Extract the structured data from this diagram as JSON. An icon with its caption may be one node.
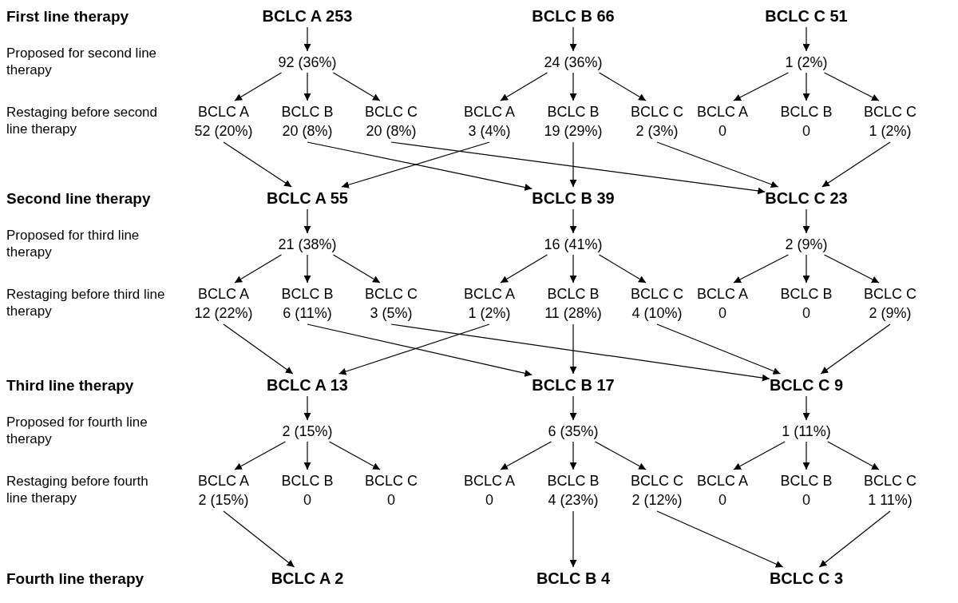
{
  "diagram": {
    "nodes": [
      {
        "text": [
          "BCLC A 253"
        ]
      },
      {
        "text": [
          "BCLC B 66"
        ]
      },
      {
        "text": [
          "BCLC C 51"
        ]
      },
      {
        "text": [
          "92 (36%)"
        ]
      },
      {
        "text": [
          "24 (36%)"
        ]
      },
      {
        "text": [
          "1 (2%)"
        ]
      },
      {
        "text": [
          "BCLC A",
          "52 (20%)"
        ]
      },
      {
        "text": [
          "BCLC B",
          "20 (8%)"
        ]
      },
      {
        "text": [
          "BCLC C",
          "20 (8%)"
        ]
      },
      {
        "text": [
          "BCLC A",
          "3 (4%)"
        ]
      },
      {
        "text": [
          "BCLC B",
          "19 (29%)"
        ]
      },
      {
        "text": [
          "BCLC C",
          "2 (3%)"
        ]
      },
      {
        "text": [
          "BCLC A",
          "0"
        ]
      },
      {
        "text": [
          "BCLC B",
          "0"
        ]
      },
      {
        "text": [
          "BCLC C",
          "1 (2%)"
        ]
      },
      {
        "text": [
          "BCLC A 55"
        ]
      },
      {
        "text": [
          "BCLC B 39"
        ]
      },
      {
        "text": [
          "BCLC C 23"
        ]
      },
      {
        "text": [
          "21 (38%)"
        ]
      },
      {
        "text": [
          "16 (41%)"
        ]
      },
      {
        "text": [
          "2 (9%)"
        ]
      },
      {
        "text": [
          "BCLC A",
          "12 (22%)"
        ]
      },
      {
        "text": [
          "BCLC B",
          "6 (11%)"
        ]
      },
      {
        "text": [
          "BCLC C",
          "3 (5%)"
        ]
      },
      {
        "text": [
          "BCLC A",
          "1 (2%)"
        ]
      },
      {
        "text": [
          "BCLC B",
          "11 (28%)"
        ]
      },
      {
        "text": [
          "BCLC C",
          "4 (10%)"
        ]
      },
      {
        "text": [
          "BCLC A",
          "0"
        ]
      },
      {
        "text": [
          "BCLC B",
          "0"
        ]
      },
      {
        "text": [
          "BCLC C",
          "2 (9%)"
        ]
      },
      {
        "text": [
          "BCLC A 13"
        ]
      },
      {
        "text": [
          "BCLC B 17"
        ]
      },
      {
        "text": [
          "BCLC C 9"
        ]
      },
      {
        "text": [
          "2 (15%)"
        ]
      },
      {
        "text": [
          "6 (35%)"
        ]
      },
      {
        "text": [
          "1 (11%)"
        ]
      },
      {
        "text": [
          "BCLC A",
          "2 (15%)"
        ]
      },
      {
        "text": [
          "BCLC B",
          "0"
        ]
      },
      {
        "text": [
          "BCLC C",
          "0"
        ]
      },
      {
        "text": [
          "BCLC A",
          "0"
        ]
      },
      {
        "text": [
          "BCLC B",
          "4 (23%)"
        ]
      },
      {
        "text": [
          "BCLC C",
          "2 (12%)"
        ]
      },
      {
        "text": [
          "BCLC A",
          "0"
        ]
      },
      {
        "text": [
          "BCLC B",
          "0"
        ]
      },
      {
        "text": [
          "BCLC C",
          "1 11%)"
        ]
      },
      {
        "text": [
          "BCLC A 2"
        ]
      },
      {
        "text": [
          "BCLC B 4"
        ]
      },
      {
        "text": [
          "BCLC C 3"
        ]
      }
    ],
    "edges": [
      {
        "from": 0,
        "to": 3,
        "arrow": "to"
      },
      {
        "from": 1,
        "to": 4,
        "arrow": "to"
      },
      {
        "from": 2,
        "to": 5,
        "arrow": "to"
      },
      {
        "from": 3,
        "to": 6,
        "arrow": "to"
      },
      {
        "from": 3,
        "to": 7,
        "arrow": "to"
      },
      {
        "from": 3,
        "to": 8,
        "arrow": "to"
      },
      {
        "from": 4,
        "to": 9,
        "arrow": "to"
      },
      {
        "from": 4,
        "to": 10,
        "arrow": "to"
      },
      {
        "from": 4,
        "to": 11,
        "arrow": "to"
      },
      {
        "from": 5,
        "to": 12,
        "arrow": "to"
      },
      {
        "from": 5,
        "to": 13,
        "arrow": "to"
      },
      {
        "from": 5,
        "to": 14,
        "arrow": "to"
      },
      {
        "from": 6,
        "to": 15,
        "arrow": "to"
      },
      {
        "from": 9,
        "to": 15,
        "arrow": "to"
      },
      {
        "from": 7,
        "to": 16,
        "arrow": "to"
      },
      {
        "from": 10,
        "to": 16,
        "arrow": "to"
      },
      {
        "from": 8,
        "to": 17,
        "arrow": "to"
      },
      {
        "from": 11,
        "to": 17,
        "arrow": "to"
      },
      {
        "from": 14,
        "to": 17,
        "arrow": "to"
      },
      {
        "from": 15,
        "to": 18,
        "arrow": "to"
      },
      {
        "from": 16,
        "to": 19,
        "arrow": "to"
      },
      {
        "from": 17,
        "to": 20,
        "arrow": "to"
      },
      {
        "from": 18,
        "to": 21,
        "arrow": "to"
      },
      {
        "from": 18,
        "to": 22,
        "arrow": "to"
      },
      {
        "from": 18,
        "to": 23,
        "arrow": "to"
      },
      {
        "from": 19,
        "to": 24,
        "arrow": "to"
      },
      {
        "from": 19,
        "to": 25,
        "arrow": "to"
      },
      {
        "from": 19,
        "to": 26,
        "arrow": "to"
      },
      {
        "from": 20,
        "to": 27,
        "arrow": "to"
      },
      {
        "from": 20,
        "to": 28,
        "arrow": "to"
      },
      {
        "from": 20,
        "to": 29,
        "arrow": "to"
      },
      {
        "from": 21,
        "to": 30,
        "arrow": "to"
      },
      {
        "from": 24,
        "to": 30,
        "arrow": "to"
      },
      {
        "from": 22,
        "to": 31,
        "arrow": "to"
      },
      {
        "from": 25,
        "to": 31,
        "arrow": "to"
      },
      {
        "from": 23,
        "to": 32,
        "arrow": "to"
      },
      {
        "from": 26,
        "to": 32,
        "arrow": "to"
      },
      {
        "from": 29,
        "to": 32,
        "arrow": "to"
      },
      {
        "from": 30,
        "to": 33,
        "arrow": "to"
      },
      {
        "from": 31,
        "to": 34,
        "arrow": "to"
      },
      {
        "from": 32,
        "to": 35,
        "arrow": "to"
      },
      {
        "from": 33,
        "to": 36,
        "arrow": "to"
      },
      {
        "from": 33,
        "to": 37,
        "arrow": "to"
      },
      {
        "from": 33,
        "to": 38,
        "arrow": "to"
      },
      {
        "from": 34,
        "to": 39,
        "arrow": "to"
      },
      {
        "from": 34,
        "to": 40,
        "arrow": "to"
      },
      {
        "from": 34,
        "to": 41,
        "arrow": "to"
      },
      {
        "from": 35,
        "to": 42,
        "arrow": "to"
      },
      {
        "from": 35,
        "to": 43,
        "arrow": "to"
      },
      {
        "from": 35,
        "to": 44,
        "arrow": "to"
      },
      {
        "from": 36,
        "to": 45,
        "arrow": "to"
      },
      {
        "from": 40,
        "to": 46,
        "arrow": "to"
      },
      {
        "from": 41,
        "to": 47,
        "arrow": "to"
      },
      {
        "from": 44,
        "to": 47,
        "arrow": "to"
      }
    ],
    "labels": [
      "First line therapy",
      "Proposed for second line therapy",
      "Restaging before second line therapy",
      "Second line therapy",
      "Proposed for third line therapy",
      "Restaging before third line therapy",
      "Third line therapy",
      "Proposed for fourth line therapy",
      "Restaging before fourth line therapy",
      "Fourth line therapy"
    ]
  }
}
